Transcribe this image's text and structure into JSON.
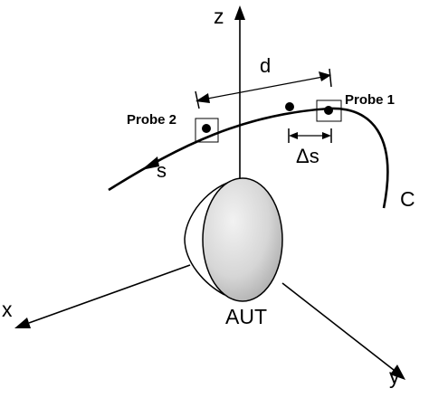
{
  "axes": {
    "z": "z",
    "x": "x",
    "y": "y"
  },
  "curve": {
    "name": "C",
    "arc_param": "s"
  },
  "antenna": {
    "label": "AUT"
  },
  "probes": {
    "probe1": "Probe 1",
    "probe2": "Probe 2"
  },
  "dimensions": {
    "separation": "d",
    "step": "Δs"
  }
}
